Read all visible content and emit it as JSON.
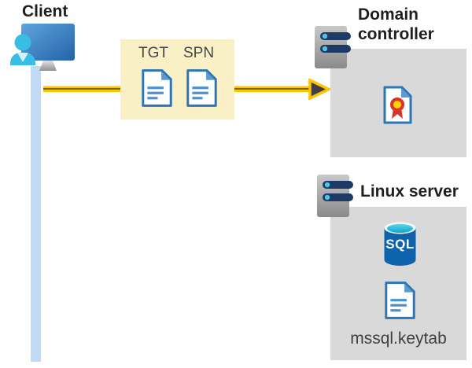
{
  "diagram": {
    "client": {
      "label": "Client"
    },
    "ticket_box": {
      "tgt_label": "TGT",
      "spn_label": "SPN"
    },
    "domain_controller": {
      "label": "Domain controller"
    },
    "linux_server": {
      "label": "Linux server",
      "database_label": "SQL",
      "keytab_label": "mssql.keytab"
    }
  },
  "colors": {
    "background": "#FFFFFF",
    "title_text": "#1F1F1F",
    "label_text": "#474747",
    "ticket_box_bg": "#FAF0C6",
    "container_bg": "#D9D9D9",
    "arrow_yellow": "#FFC400",
    "arrow_core_olive": "#7D6900",
    "arrowhead_gray": "#404040",
    "connection_line_blue": "#C0DAF5",
    "monitor_blue": "#2F6FB4",
    "user_cyan": "#38BEE4",
    "document_border_blue": "#2E75B6",
    "document_fold_blue": "#5B9BD5",
    "server_body_gray": "#A9A9A9",
    "server_bar_navy": "#1E3A66",
    "server_dot_cyan": "#4FC3E8",
    "sql_body_blue": "#0E63AC",
    "sql_top_cyan": "#29B6D8",
    "certificate_red": "#D9342B",
    "certificate_yellow": "#FFD100"
  }
}
